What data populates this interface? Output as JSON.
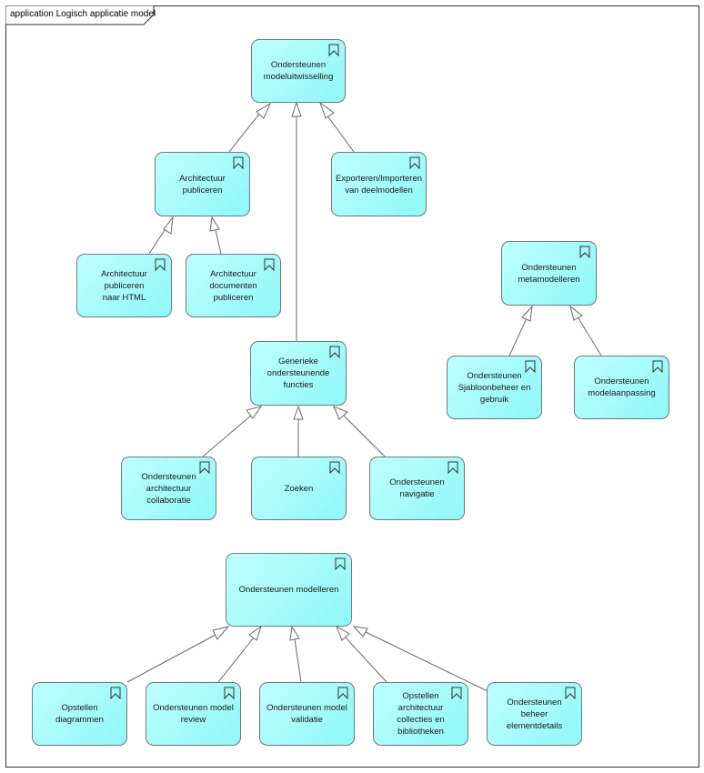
{
  "frame": {
    "title": "application Logisch applicatie model"
  },
  "nodes": {
    "modeluitwisseling": "Ondersteunen\nmodeluitwisselling",
    "arch_publiceren": "Architectuur publiceren",
    "export_import": "Exporteren/Importeren\nvan deelmodellen",
    "arch_html": "Architectuur publiceren\nnaar HTML",
    "arch_docs": "Architectuur\ndocumenten publiceren",
    "metamodelleren": "Ondersteunen\nmetamodelleren",
    "sjabloon": "Ondersteunen\nSjabloonbeheer en\ngebruik",
    "modelaanpassing": "Ondersteunen\nmodelaanpassing",
    "generieke": "Generieke\nondersteunende functies",
    "collaboratie": "Ondersteunen\narchitectuur collaboratie",
    "zoeken": "Zoeken",
    "navigatie": "Ondersteunen navigatie",
    "modelleren": "Ondersteunen modelleren",
    "diagrammen": "Opstellen diagrammen",
    "review": "Ondersteunen model\nreview",
    "validatie": "Ondersteunen model\nvalidatie",
    "collecties": "Opstellen architectuur\ncollecties en bibliotheken",
    "elementdetails": "Ondersteunen beheer\nelementdetails"
  },
  "icon": "application-function-icon",
  "relation": "specialization",
  "colors": {
    "node_fill": "#8ff7f7",
    "node_border": "#6a7a80",
    "edge": "#6a6a6a"
  }
}
